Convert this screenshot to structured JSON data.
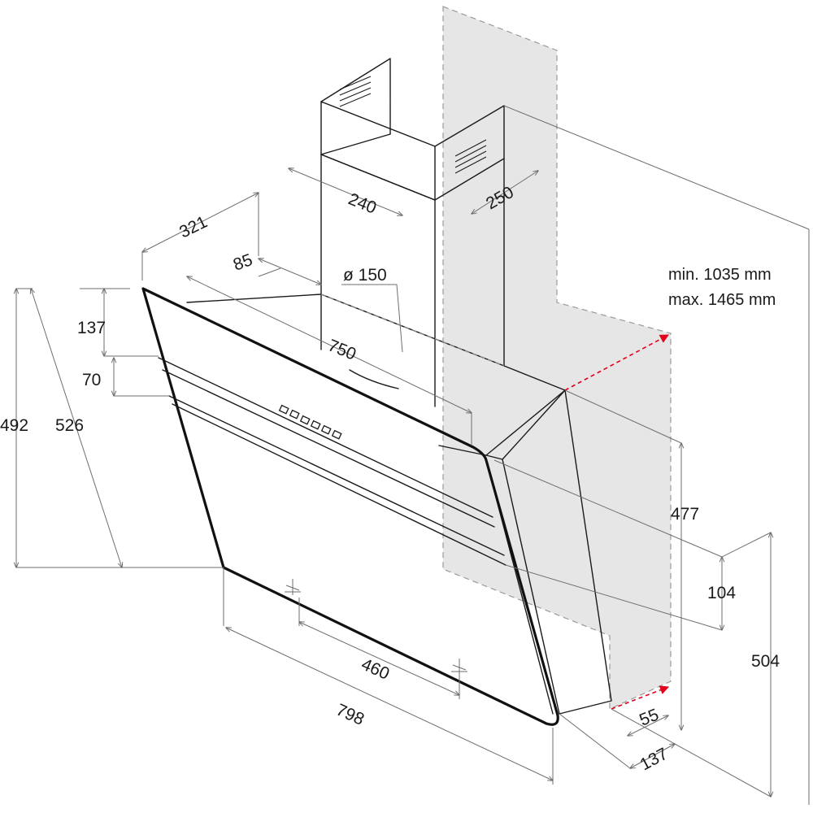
{
  "dimensions": {
    "d240": "240",
    "d250": "250",
    "d321": "321",
    "d85": "85",
    "d150": "ø 150",
    "d750": "750",
    "d137a": "137",
    "d70": "70",
    "d492": "492",
    "d526": "526",
    "d477": "477",
    "d104": "104",
    "d504": "504",
    "d460": "460",
    "d798": "798",
    "d55": "55",
    "d137b": "137"
  },
  "height_note": {
    "min": "min. 1035 mm",
    "max": "max. 1465 mm"
  },
  "colors": {
    "wall": "#e6e6e6",
    "line": "#1a1a1a",
    "dimension": "#6e6e6e",
    "fixing_arrow": "#e3001b"
  }
}
